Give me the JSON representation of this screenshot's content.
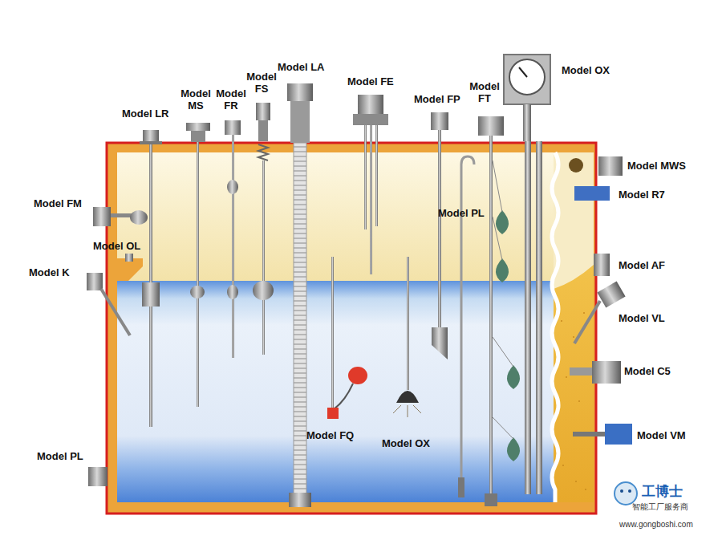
{
  "diagram": {
    "labels": [
      "Model LA",
      "Model OX",
      "Model FE",
      "Model MS",
      "Model FR",
      "Model FS",
      "Model FP",
      "Model FT",
      "Model LR",
      "Model MWS",
      "Model R7",
      "Model FM",
      "Model PL",
      "Model OL",
      "Model AF",
      "Model K",
      "Model VL",
      "Model C5",
      "Model FQ",
      "Model OX",
      "Model VM",
      "Model PL",
      "工博士",
      "智能工厂服务商",
      "www.gongboshi.com"
    ]
  }
}
